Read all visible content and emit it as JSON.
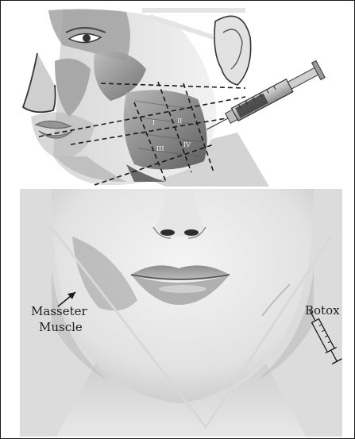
{
  "labels": {
    "masseter": "Masseter",
    "muscle": "Muscle",
    "botox": "Botox"
  },
  "colors": {
    "ink": "#1c1c1c",
    "skin_light": "#e6e6e6",
    "skin_mid": "#c4c4c4",
    "skin_dark": "#8a8a8a",
    "muscle_highlight": "#9a9a9a"
  },
  "illustrations": {
    "top": "anatomical-face-muscles-with-injection-grid",
    "bottom": "woman-lower-face-with-v-line-and-masseter-highlight"
  }
}
